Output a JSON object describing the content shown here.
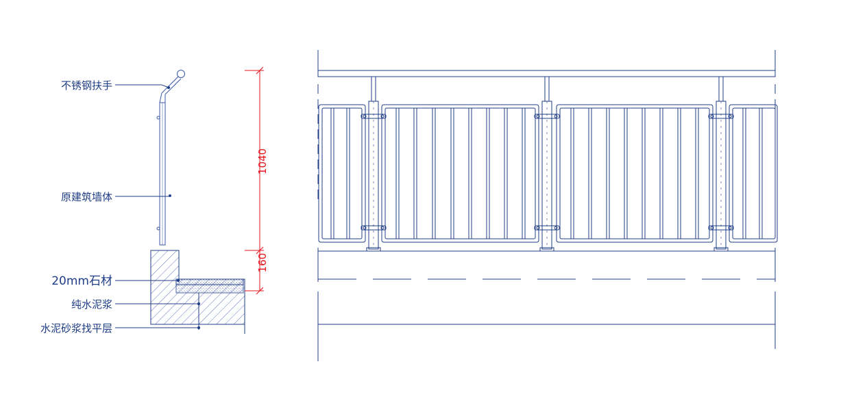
{
  "section": {
    "labels": {
      "handrail": "不锈钢扶手",
      "wall": "原建筑墙体",
      "stone": "20mm石材",
      "cement_paste": "纯水泥浆",
      "screed": "水泥砂浆找平层"
    },
    "dimensions": {
      "railing_height": "1040",
      "curb_height": "160"
    }
  },
  "colors": {
    "line": "#1f3d86",
    "detail": "#3a56a8",
    "dimension": "#e8141c",
    "background": "#ffffff"
  }
}
